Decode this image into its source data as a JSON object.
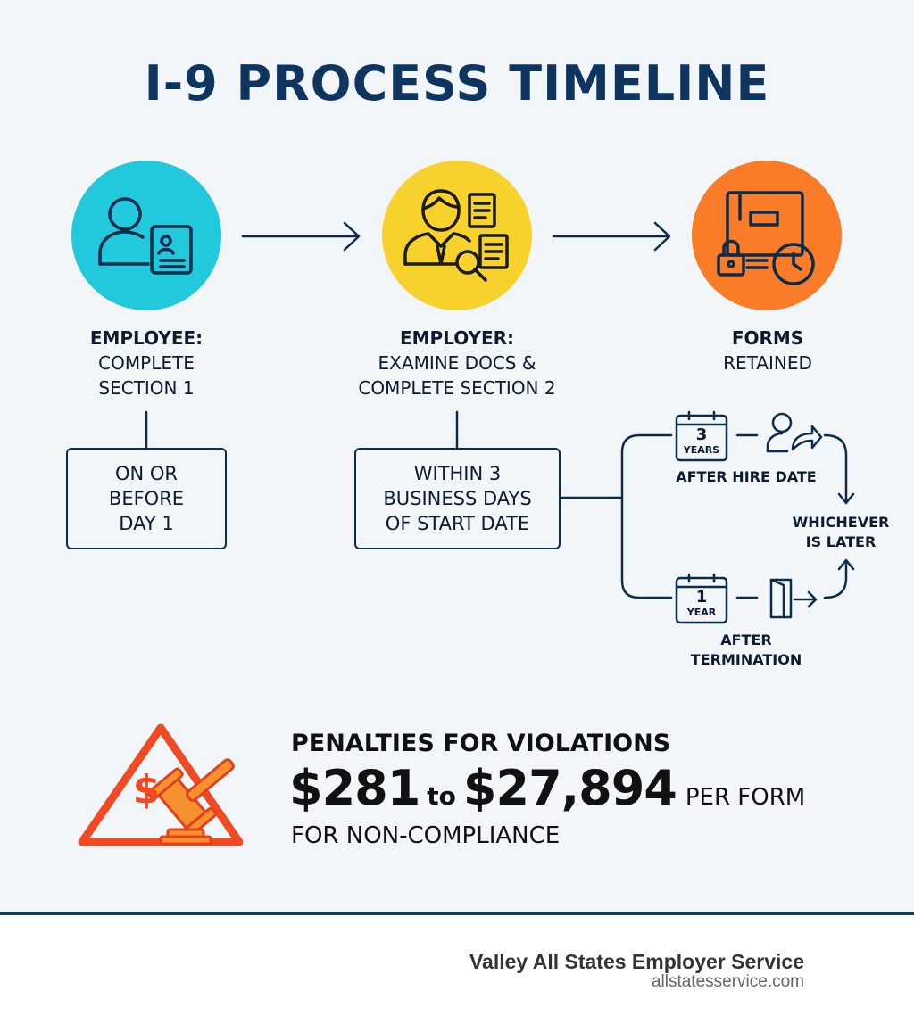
{
  "title": "I-9 PROCESS TIMELINE",
  "steps": [
    {
      "heading": "EMPLOYEE:",
      "lines": [
        "COMPLETE",
        "SECTION 1"
      ],
      "deadline": [
        "ON OR",
        "BEFORE",
        "DAY 1"
      ]
    },
    {
      "heading": "EMPLOYER:",
      "lines": [
        "EXAMINE DOCS &",
        "COMPLETE SECTION 2"
      ],
      "deadline": [
        "WITHIN 3",
        "BUSINESS DAYS",
        "OF START DATE"
      ]
    },
    {
      "heading": "FORMS",
      "lines": [
        "RETAINED"
      ]
    }
  ],
  "retention": {
    "option1": {
      "number": "3",
      "unit": "YEARS",
      "label": "AFTER HIRE DATE"
    },
    "option2": {
      "number": "1",
      "unit": "YEAR",
      "label_lines": [
        "AFTER",
        "TERMINATION"
      ]
    },
    "result": [
      "WHICHEVER",
      "IS LATER"
    ]
  },
  "penalty": {
    "heading": "PENALTIES FOR VIOLATIONS",
    "min": "$281",
    "to": "to",
    "max": "$27,894",
    "per": "PER FORM",
    "sub": "FOR NON-COMPLIANCE",
    "icon_symbol": "$"
  },
  "footer": {
    "company": "Valley All States Employer Service",
    "site": "allstatesservice.com"
  },
  "colors": {
    "navy": "#0d3560",
    "cyan": "#22c8dc",
    "yellow": "#f8d22c",
    "orange": "#fb7c28",
    "alert_red": "#f04a24"
  }
}
